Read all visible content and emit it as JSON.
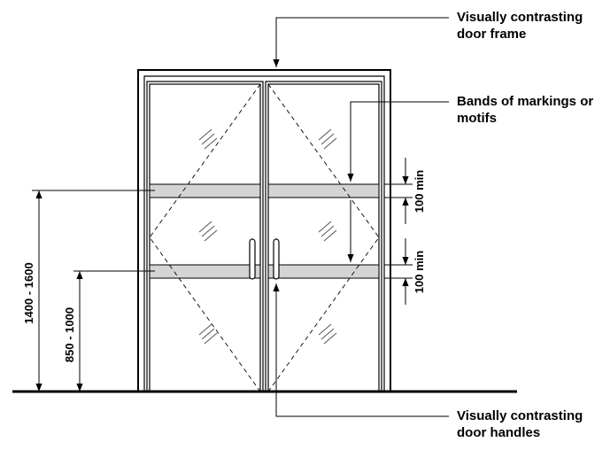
{
  "labels": {
    "frame_line1": "Visually contrasting",
    "frame_line2": "door frame",
    "bands_line1": "Bands of markings or",
    "bands_line2": "motifs",
    "handles_line1": "Visually contrasting",
    "handles_line2": "door handles"
  },
  "dimensions": {
    "upper_height": "1400 - 1600",
    "lower_height": "850 - 1000",
    "upper_band": "100 min",
    "lower_band": "100 min"
  },
  "colors": {
    "line": "#000000",
    "band_fill": "#d4d4d4",
    "glazing_mark": "#555555"
  }
}
